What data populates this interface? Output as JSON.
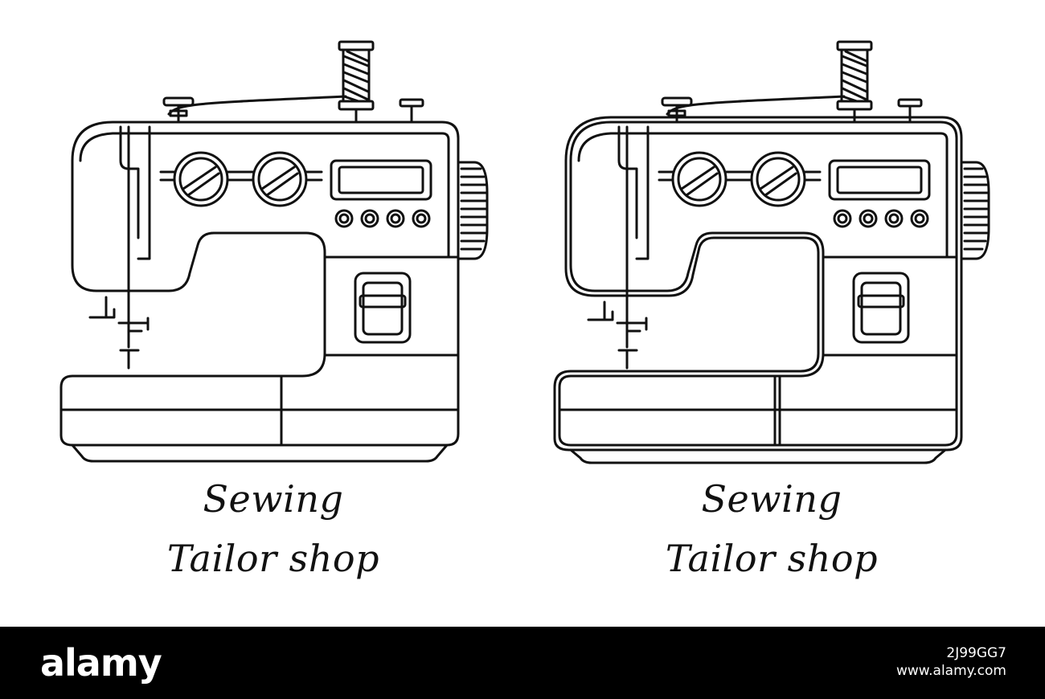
{
  "illustrations": [
    {
      "name": "single-line",
      "caption_line1": "Sewing",
      "caption_line2": "Tailor shop"
    },
    {
      "name": "double-line",
      "caption_line1": "Sewing",
      "caption_line2": "Tailor shop"
    }
  ],
  "footer": {
    "logo": "alamy",
    "image_id": "2J99GG7",
    "site": "www.alamy.com"
  },
  "colors": {
    "line": "#111111",
    "background": "#ffffff",
    "footer_bar": "#000000"
  }
}
